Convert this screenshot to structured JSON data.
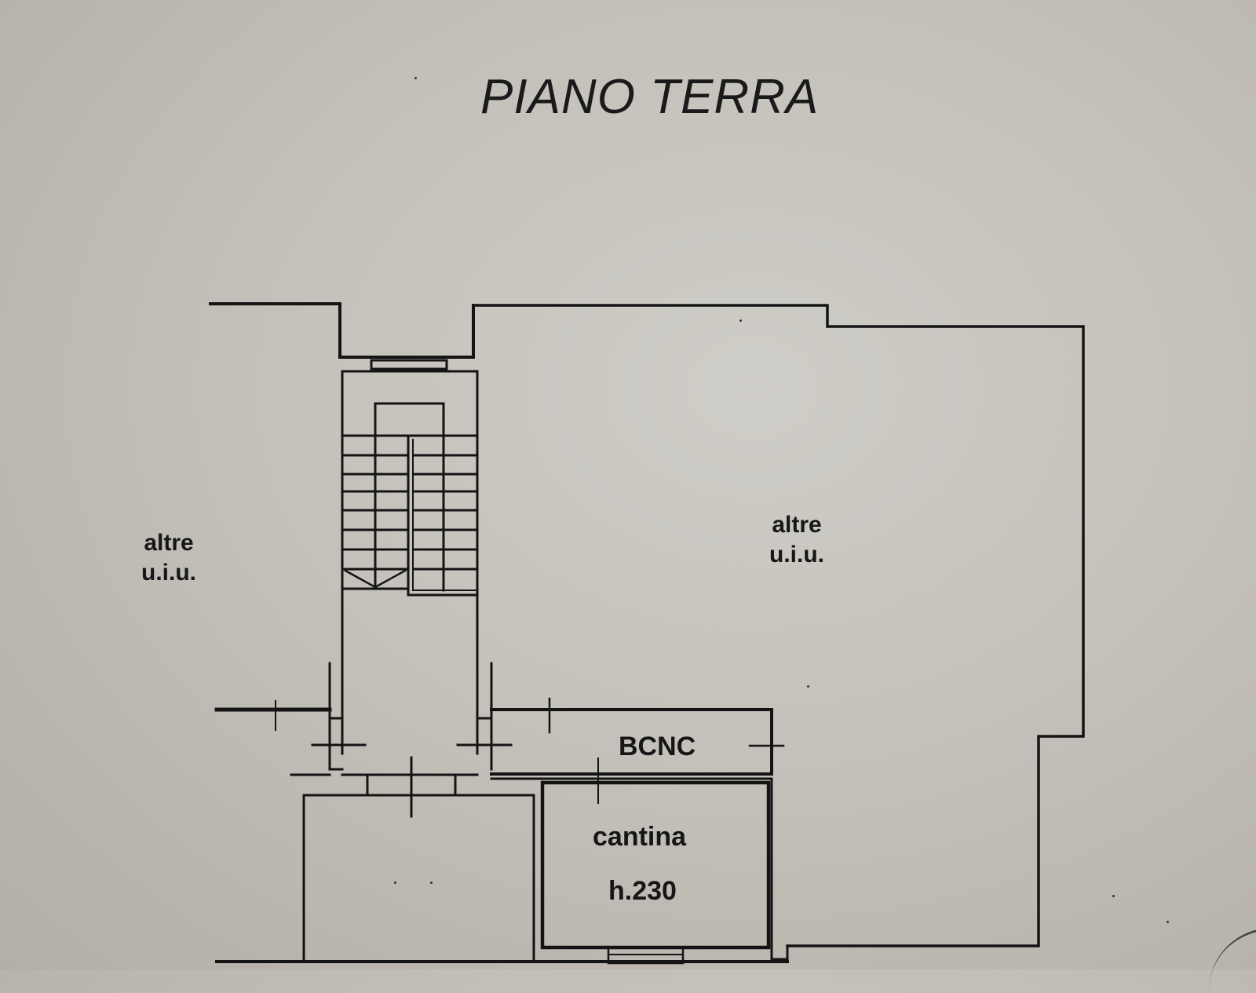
{
  "title": "PIANO TERRA",
  "labels": {
    "left_unit": {
      "line1": "altre",
      "line2": "u.i.u."
    },
    "right_unit": {
      "line1": "altre",
      "line2": "u.i.u."
    },
    "common_area": "BCNC",
    "cellar": {
      "name": "cantina",
      "height": "h.230"
    }
  },
  "colors": {
    "paper": "#c9c6bf",
    "ink": "#141414"
  }
}
